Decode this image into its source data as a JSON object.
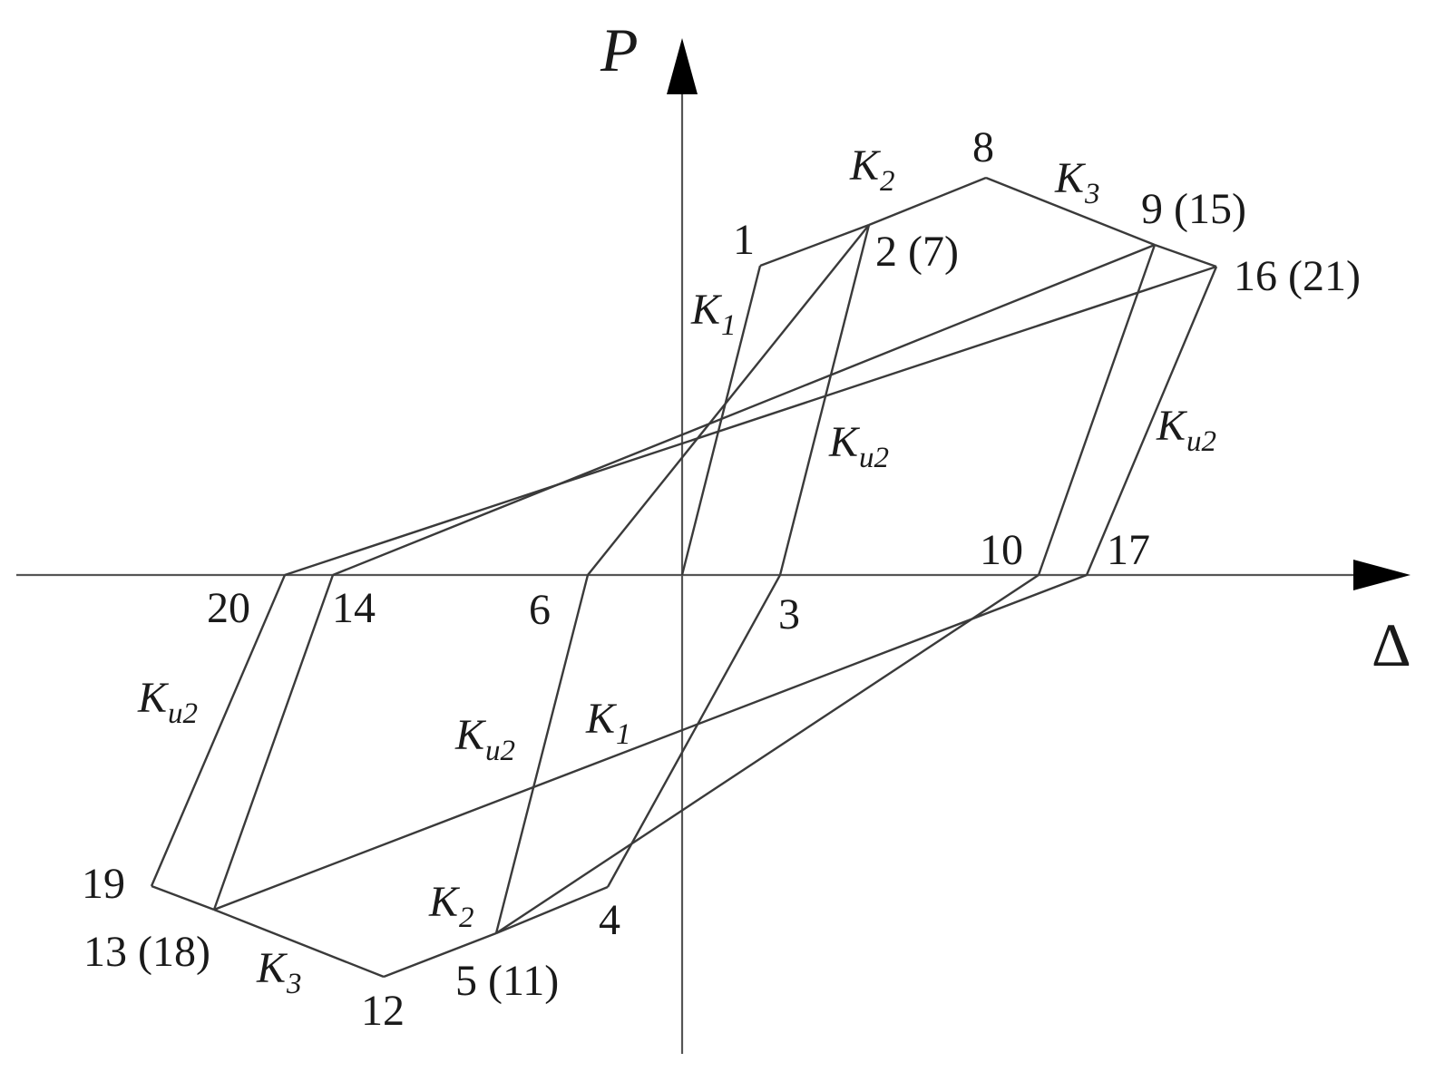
{
  "axes": {
    "y_label": "P",
    "x_label": "Δ"
  },
  "points": {
    "p1": "1",
    "p2": "2 (7)",
    "p3": "3",
    "p4": "4",
    "p5": "5 (11)",
    "p6": "6",
    "p8": "8",
    "p9": "9 (15)",
    "p10": "10",
    "p12": "12",
    "p13": "13 (18)",
    "p14": "14",
    "p16": "16 (21)",
    "p17": "17",
    "p19": "19",
    "p20": "20"
  },
  "stiffness": {
    "k1_upper": {
      "main": "K",
      "sub": "1"
    },
    "k1_lower": {
      "main": "K",
      "sub": "1"
    },
    "k2_upper": {
      "main": "K",
      "sub": "2"
    },
    "k2_lower": {
      "main": "K",
      "sub": "2"
    },
    "k3_upper": {
      "main": "K",
      "sub": "3"
    },
    "k3_lower": {
      "main": "K",
      "sub": "3"
    },
    "ku2_right_inner": {
      "main": "K",
      "sub": "u2"
    },
    "ku2_right_outer": {
      "main": "K",
      "sub": "u2"
    },
    "ku2_left_outer": {
      "main": "K",
      "sub": "u2"
    },
    "ku2_left_inner": {
      "main": "K",
      "sub": "u2"
    }
  }
}
